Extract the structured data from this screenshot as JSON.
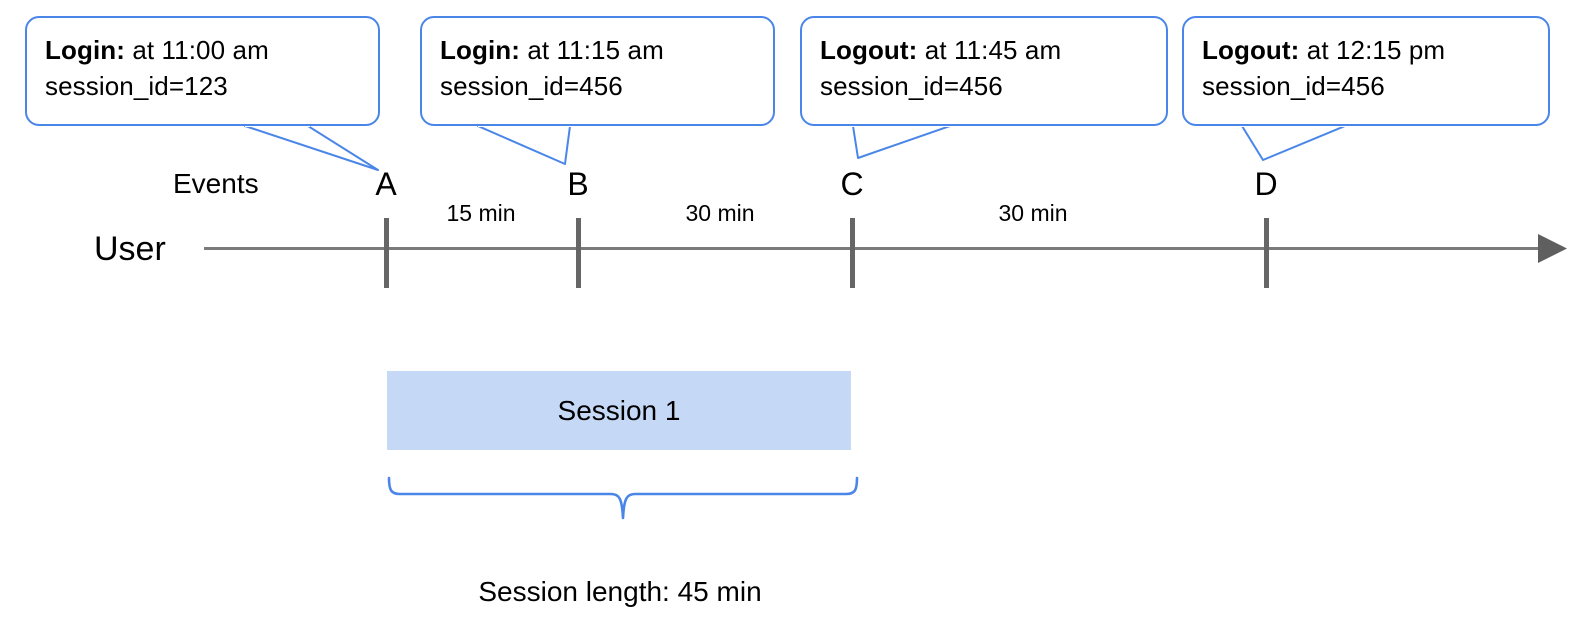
{
  "diagram": {
    "title_text": "",
    "colors": {
      "callout_border": "#4a86e8",
      "callout_fill": "#ffffff",
      "session_fill": "#c5d9f6",
      "axis": "#7b7b7b",
      "tick": "#666666",
      "brace": "#4a86e8",
      "text": "#000000"
    }
  },
  "callouts": [
    {
      "id": "callout-a",
      "label_bold": "Login:",
      "label_rest": " at 11:00 am",
      "line2": "session_id=123",
      "points_to": "A"
    },
    {
      "id": "callout-b",
      "label_bold": "Login:",
      "label_rest": " at 11:15 am",
      "line2": "session_id=456",
      "points_to": "B"
    },
    {
      "id": "callout-c",
      "label_bold": "Logout:",
      "label_rest": " at 11:45 am",
      "line2": "session_id=456",
      "points_to": "C"
    },
    {
      "id": "callout-d",
      "label_bold": "Logout:",
      "label_rest": " at 12:15 pm",
      "line2": "session_id=456",
      "points_to": "D"
    }
  ],
  "timeline": {
    "events_row_label": "Events",
    "lane_label": "User",
    "events": [
      {
        "letter": "A"
      },
      {
        "letter": "B"
      },
      {
        "letter": "C"
      },
      {
        "letter": "D"
      }
    ],
    "intervals": [
      {
        "from": "A",
        "to": "B",
        "label": "15 min"
      },
      {
        "from": "B",
        "to": "C",
        "label": "30 min"
      },
      {
        "from": "C",
        "to": "D",
        "label": "30 min"
      }
    ]
  },
  "session": {
    "bar_label": "Session 1",
    "spans_from": "A",
    "spans_to": "C",
    "length_label": "Session length: 45 min"
  }
}
